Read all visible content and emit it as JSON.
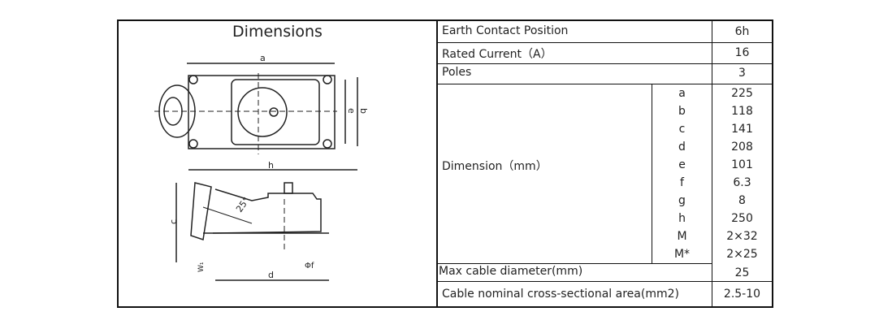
{
  "left_panel": {
    "title": "Dimensions",
    "diagram_labels": {
      "a": "a",
      "b": "b",
      "e": "e",
      "h": "h",
      "c": "c",
      "d": "d",
      "angle": "25°",
      "phi_f": "Φf",
      "w": "W₁"
    }
  },
  "rows": [
    {
      "label": "Earth Contact Position",
      "value": "6h"
    },
    {
      "label": "Rated Current（A）",
      "value": "16"
    },
    {
      "label": "Poles",
      "value": "3"
    }
  ],
  "dimension": {
    "label": "Dimension（mm）",
    "items": [
      {
        "key": "a",
        "value": "225"
      },
      {
        "key": "b",
        "value": "118"
      },
      {
        "key": "c",
        "value": "141"
      },
      {
        "key": "d",
        "value": "208"
      },
      {
        "key": "e",
        "value": "101"
      },
      {
        "key": "f",
        "value": "6.3"
      },
      {
        "key": "g",
        "value": "8"
      },
      {
        "key": "h",
        "value": "250"
      },
      {
        "key": "M",
        "value": "2×32"
      },
      {
        "key": "M*",
        "value": "2×25"
      }
    ]
  },
  "max_cable": {
    "label": "Max cable diameter(mm)",
    "value": "25"
  },
  "cross_section": {
    "label": "Cable nominal cross-sectional area(mm2)",
    "value": "2.5-10"
  }
}
